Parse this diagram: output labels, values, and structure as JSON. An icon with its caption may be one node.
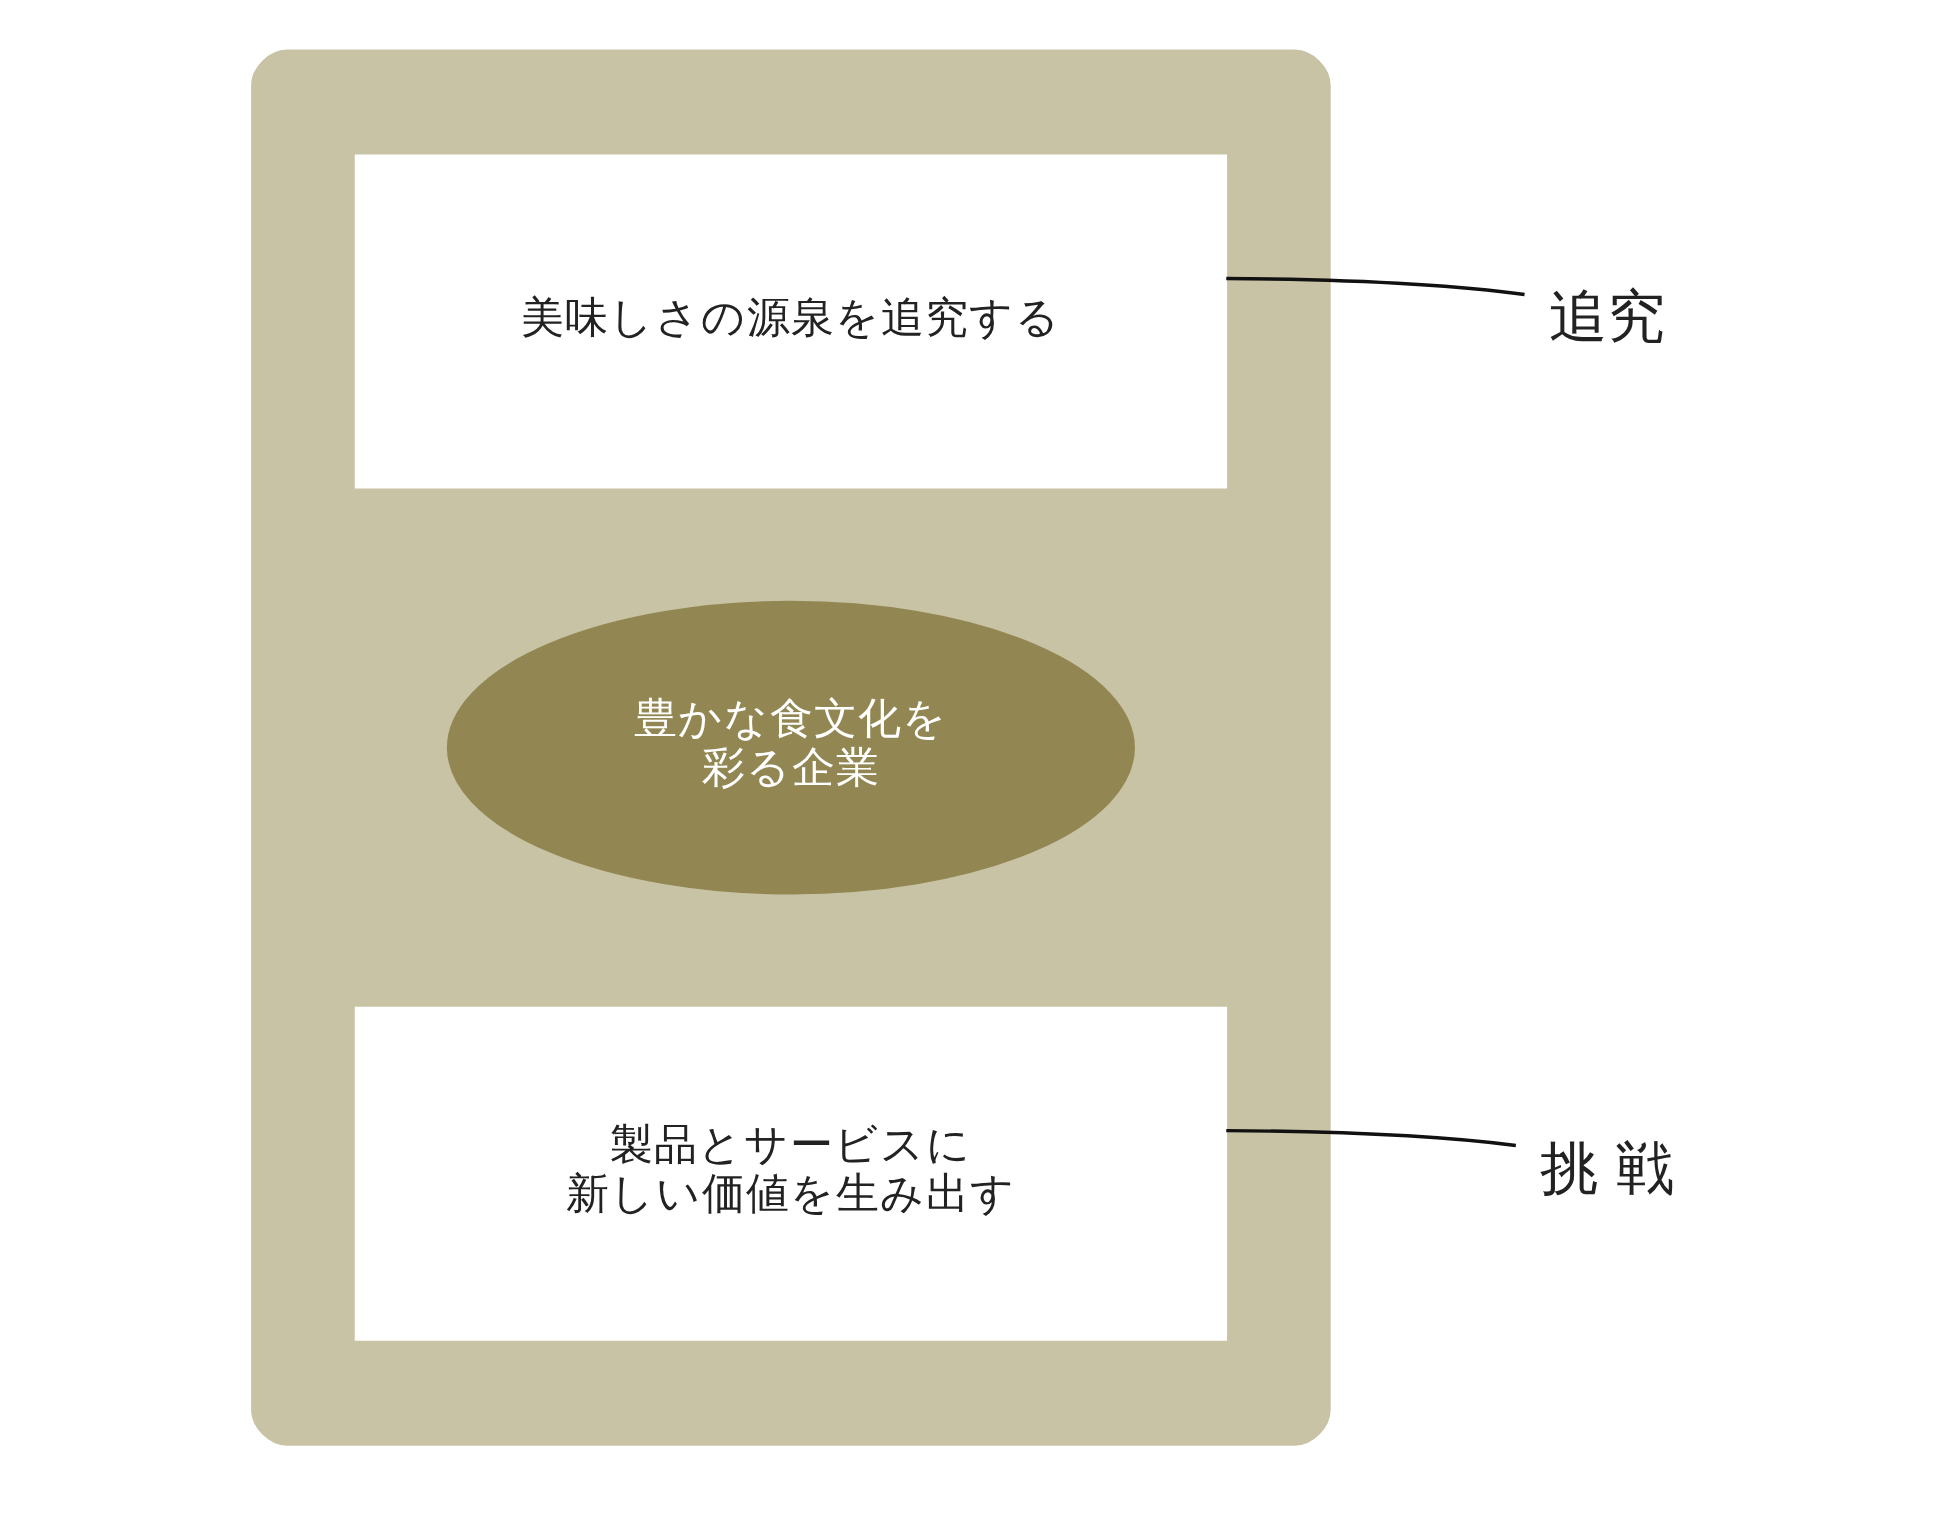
{
  "diagram": {
    "nodes": [
      {
        "text": [],
        "shape": "box"
      },
      {
        "text": [
          "美味しさの源泉を追究する"
        ],
        "in": 0
      },
      {
        "text": [
          "追究"
        ]
      },
      {
        "text": [
          "豊かな食文化を彩る企業"
        ],
        "in": 0
      },
      {
        "text": [
          "製品とサービスに新しい価値を生み出す"
        ],
        "in": 0
      },
      {
        "text": [
          "挑 戦"
        ]
      }
    ],
    "edges": [
      {
        "from": 2,
        "to": 1,
        "arrow": "none"
      },
      {
        "from": 5,
        "to": 4,
        "arrow": "none"
      }
    ]
  }
}
